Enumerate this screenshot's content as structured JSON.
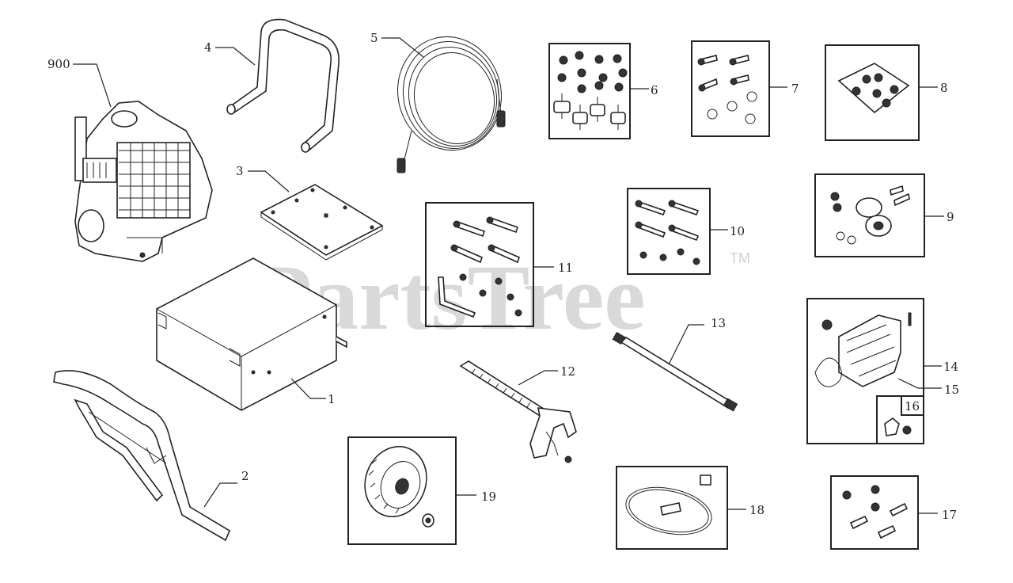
{
  "watermark": {
    "text": "PartsTree",
    "trademark": "TM"
  },
  "labels": {
    "p900": "900",
    "p1": "1",
    "p2": "2",
    "p3": "3",
    "p4": "4",
    "p5": "5",
    "p6": "6",
    "p7": "7",
    "p8": "8",
    "p9": "9",
    "p10": "10",
    "p11": "11",
    "p12": "12",
    "p13": "13",
    "p14": "14",
    "p15": "15",
    "p16": "16",
    "p17": "17",
    "p18": "18",
    "p19": "19"
  }
}
